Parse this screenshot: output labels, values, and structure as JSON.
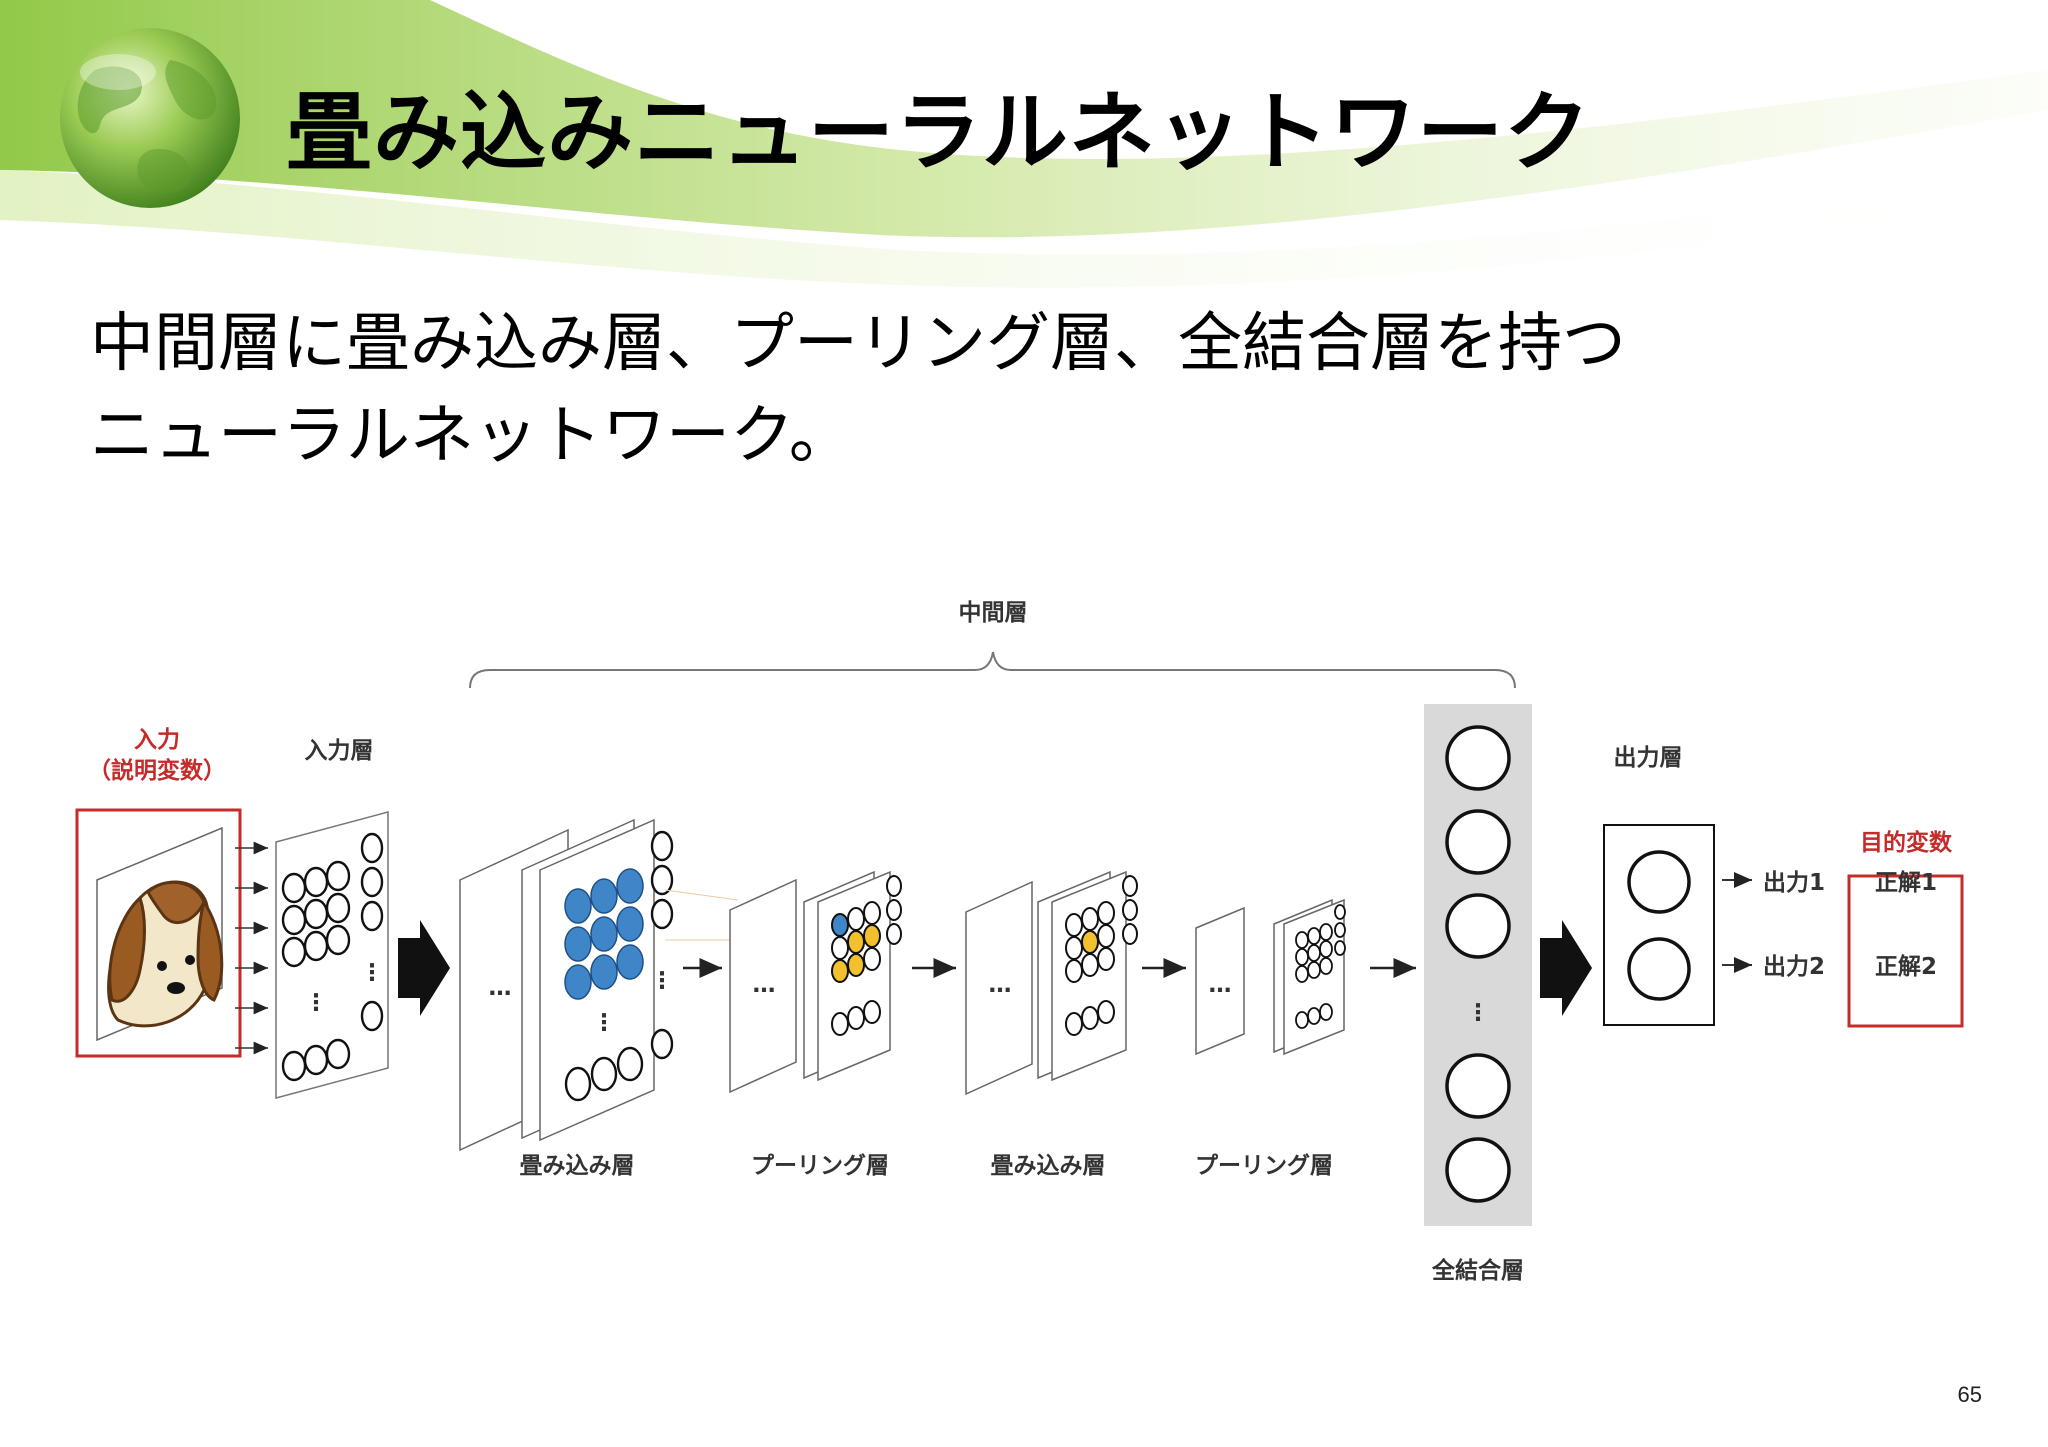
{
  "slide": {
    "title": "畳み込みニューラルネットワーク",
    "body_lines": [
      "中間層に畳み込み層、プーリング層、全結合層を持つ",
      "ニューラルネットワーク。"
    ],
    "page_number": "65"
  },
  "diagram": {
    "middle_layer_label": "中間層",
    "input_title": "入力",
    "input_subtitle": "（説明変数）",
    "input_layer_label": "入力層",
    "conv_layer_1_label": "畳み込み層",
    "pool_layer_1_label": "プーリング層",
    "conv_layer_2_label": "畳み込み層",
    "pool_layer_2_label": "プーリング層",
    "fc_layer_label": "全結合層",
    "output_layer_label": "出力層",
    "outputs": [
      "出力1",
      "出力2"
    ],
    "target_label": "目的変数",
    "answers": [
      "正解1",
      "正解2"
    ],
    "ellipsis": "…",
    "vertical_ellipsis": "⋮"
  },
  "colors": {
    "header_green": "#8cc63f",
    "conv_blue": "#3f86c9",
    "pool_yellow": "#f2c12e",
    "target_red": "#c42b2b",
    "fc_panel_gray": "#d9d9d9"
  }
}
